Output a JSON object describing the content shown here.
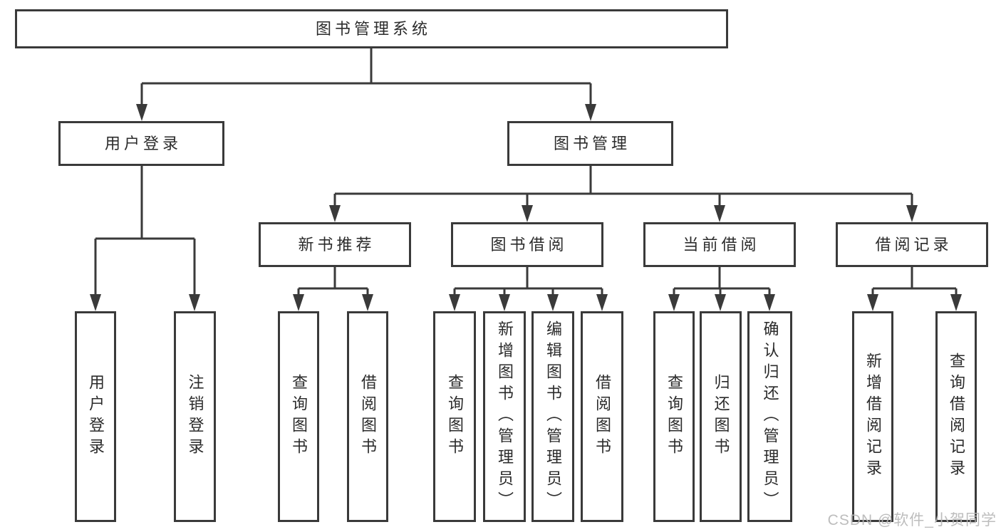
{
  "diagram": {
    "root": "图书管理系统",
    "level2": [
      "用户登录",
      "图书管理"
    ],
    "level3": [
      "新书推荐",
      "图书借阅",
      "当前借阅",
      "借阅记录"
    ],
    "leaves": {
      "user_login": [
        "用户登录",
        "注销登录"
      ],
      "new_book_recommend": [
        "查询图书",
        "借阅图书"
      ],
      "book_borrow": [
        "查询图书",
        "新增图书（管理员）",
        "编辑图书（管理员）",
        "借阅图书"
      ],
      "current_borrow": [
        "查询图书",
        "归还图书",
        "确认归还（管理员）"
      ],
      "borrow_records": [
        "新增借阅记录",
        "查询借阅记录"
      ]
    }
  },
  "watermark": {
    "text": "CSDN @软件_小贺同学",
    "color": "#b7b7b7"
  },
  "colors": {
    "line": "#3a3a3a",
    "text": "#2b2b2b",
    "background": "#ffffff"
  }
}
